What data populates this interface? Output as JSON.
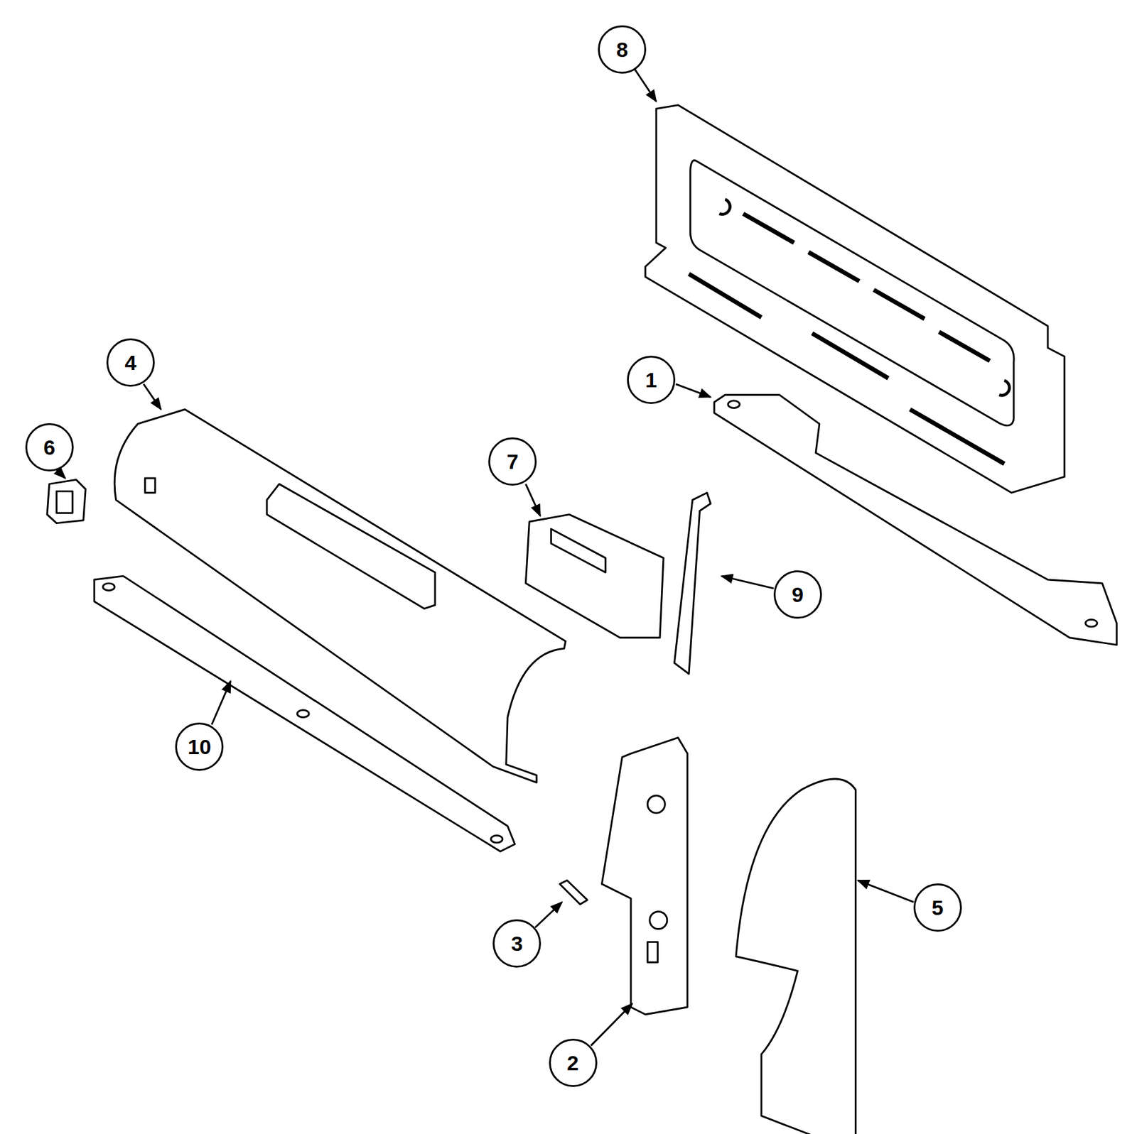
{
  "diagram": {
    "nodes": [
      {
        "text": [
          "8"
        ]
      },
      {
        "text": [
          "4"
        ]
      },
      {
        "text": [
          "1"
        ]
      },
      {
        "text": [
          "6"
        ]
      },
      {
        "text": [
          "7"
        ]
      },
      {
        "text": [
          "9"
        ]
      },
      {
        "text": [
          "10"
        ]
      },
      {
        "text": [
          "5"
        ]
      },
      {
        "text": [
          "3"
        ]
      },
      {
        "text": [
          "2"
        ]
      }
    ]
  }
}
